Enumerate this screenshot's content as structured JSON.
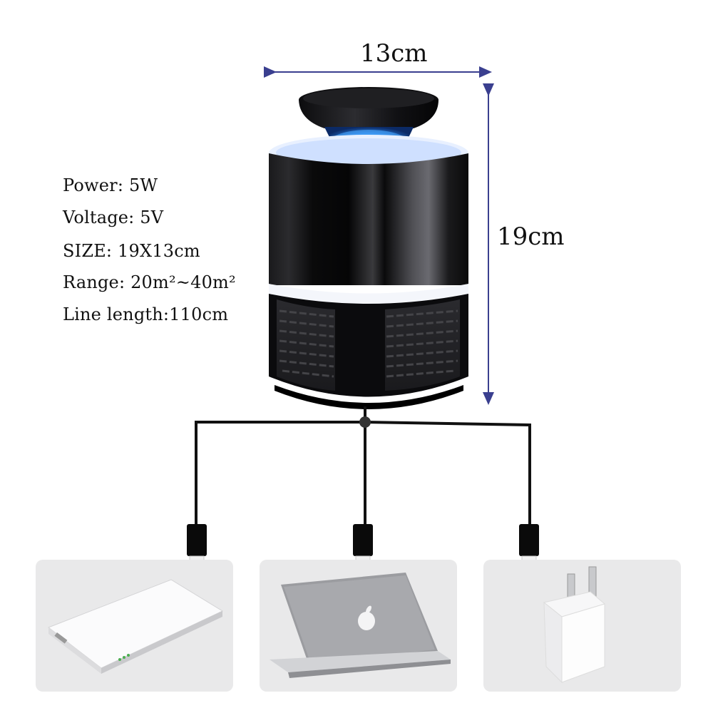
{
  "dimensions": {
    "width_label": "13cm",
    "height_label": "19cm"
  },
  "specs": [
    {
      "text": "Power: 5W"
    },
    {
      "text": "Voltage: 5V"
    },
    {
      "text": "SIZE: 19X13cm"
    },
    {
      "text": "Range: 20m²~40m²"
    },
    {
      "text": "Line length:110cm"
    }
  ],
  "devices": [
    {
      "name": "power-bank"
    },
    {
      "name": "laptop"
    },
    {
      "name": "wall-charger"
    }
  ],
  "colors": {
    "arrow": "#3a3f8f",
    "device_body": "#0d0d0f",
    "light": "#3fa0ff",
    "card_bg": "#e9e9ea"
  }
}
